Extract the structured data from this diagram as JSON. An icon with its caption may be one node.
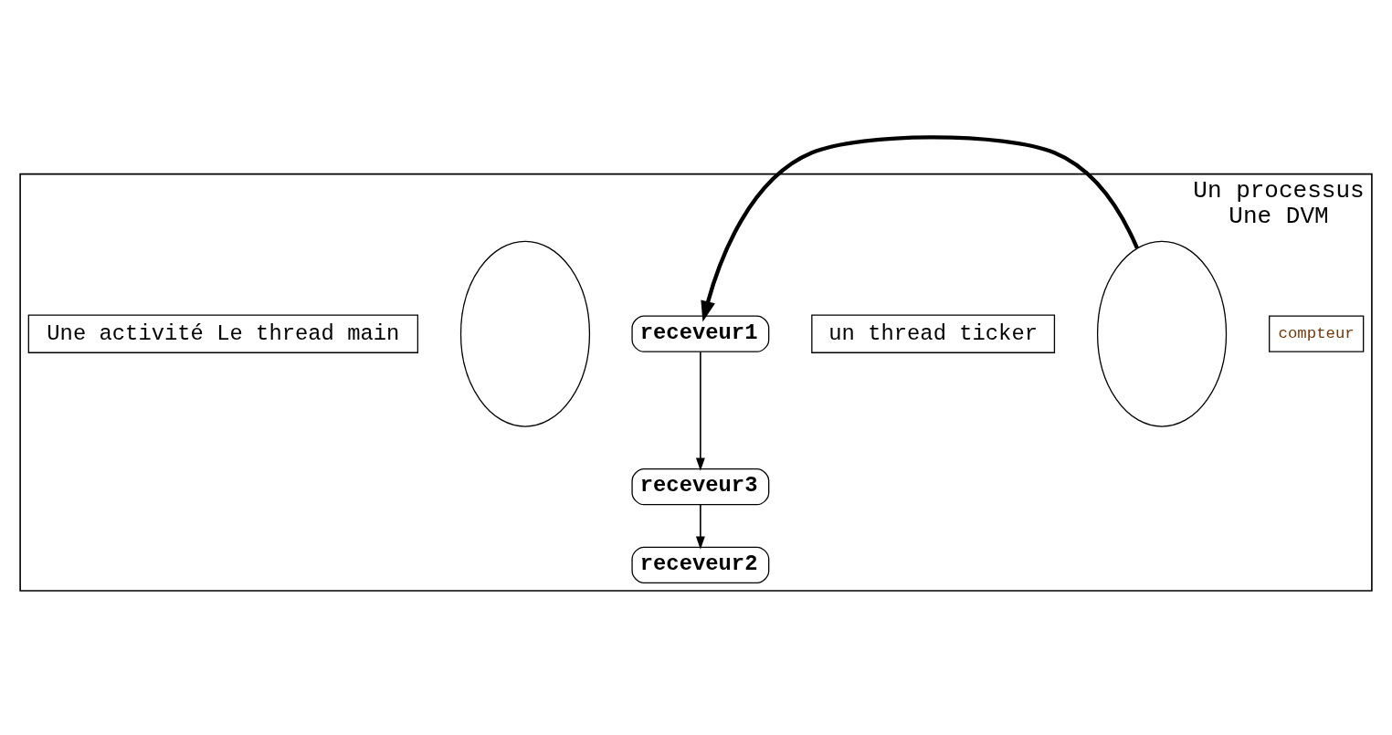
{
  "diagram": {
    "nodes": [
      {
        "text": [
          "Un processus",
          "Une DVM"
        ]
      },
      {
        "text": [
          "Une activité Le thread main"
        ],
        "in": 0
      },
      {
        "text": [
          "un thread ticker"
        ],
        "in": 0
      },
      {
        "text": [],
        "shape": "ellipse",
        "in": 0
      },
      {
        "text": [
          "receveur1"
        ],
        "in": 0
      },
      {
        "text": [
          "receveur3"
        ],
        "in": 0
      },
      {
        "text": [
          "receveur2"
        ],
        "in": 0
      },
      {
        "text": [],
        "shape": "ellipse",
        "in": 0
      },
      {
        "text": [
          "compteur"
        ],
        "in": 0
      }
    ],
    "edges": [
      {
        "from": 4,
        "to": 5,
        "arrow": "to"
      },
      {
        "from": 5,
        "to": 6,
        "arrow": "to"
      },
      {
        "from": 7,
        "to": 4,
        "arrow": "to",
        "style": "thick"
      }
    ]
  }
}
